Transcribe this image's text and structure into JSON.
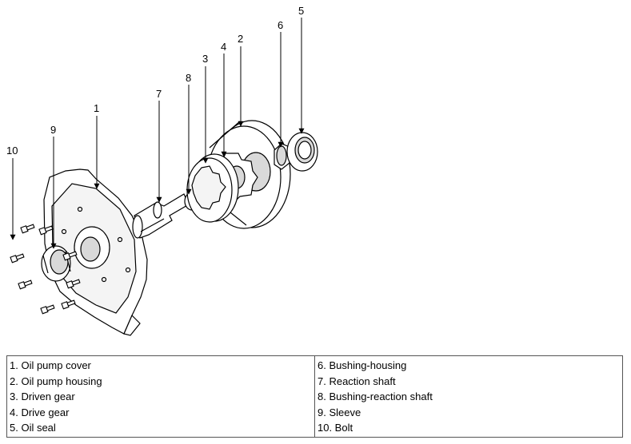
{
  "callouts": [
    "1",
    "2",
    "3",
    "4",
    "5",
    "6",
    "7",
    "8",
    "9",
    "10"
  ],
  "legend": {
    "left": [
      "1. Oil pump cover",
      "2. Oil pump housing",
      "3. Driven gear",
      "4. Drive gear",
      "5. Oil seal"
    ],
    "right": [
      "6. Bushing-housing",
      "7. Reaction shaft",
      "8. Bushing-reaction shaft",
      "9. Sleeve",
      "10. Bolt"
    ]
  },
  "colors": {
    "line": "#000000",
    "part_fill": "#ffffff",
    "shade": "#d9d9d9",
    "border": "#555555"
  }
}
